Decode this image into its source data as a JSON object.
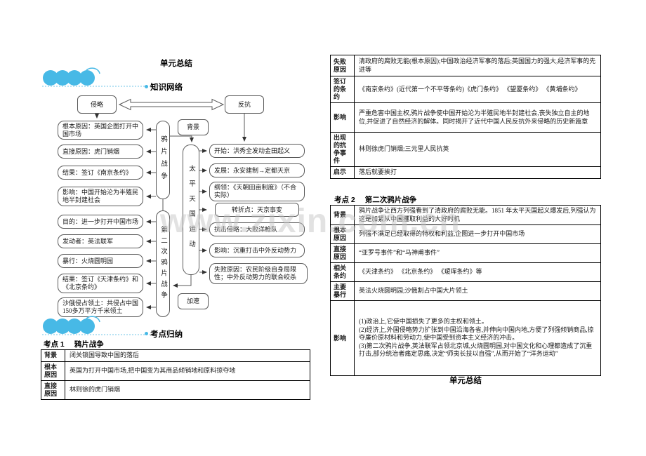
{
  "page": {
    "title_top": "单元总结",
    "title_bottom": "单元总结"
  },
  "watermark": {
    "text": "www.zixin.com.cn"
  },
  "colors": {
    "accent_blue": "#47b9e6",
    "line_gray": "#595959",
    "watermark_gray": "#c3c3c3"
  },
  "sections": {
    "network_label": "知识网络",
    "points_label": "考点归纳"
  },
  "diagram": {
    "invasion": "侵略",
    "resistance": "反抗",
    "background_label": "背景",
    "accelerate_label": "加速",
    "opium_war": "鸦片战争",
    "second_opium_war": "第二次鸦片战争",
    "taiping": "太平天国运动",
    "opium_branches": [
      "根本原因：英国企图打开中国市场",
      "直接原因：虎门销烟",
      "结果：签订《南京条约》",
      "影响：中国开始沦为半殖民地半封建社会"
    ],
    "second_branches": [
      "目的：进一步打开中国市场",
      "发动者：英法联军",
      "暴行：火烧圆明园",
      "结果：签订《天津条约》和《北京条约》",
      "沙俄侵占领土：共侵占中国150多万平方千米领土"
    ],
    "taiping_branches": [
      "开始：洪秀全发动金田起义",
      "发展：永安建制→定都天京",
      "纲领：《天朝田亩制度》（不合实际）",
      "转折点：天京事变",
      "抗击侵略：大败洋枪队",
      "影响：沉重打击中外反动势力",
      "失败原因：农民阶级自身局限性；中外反动势力的联合绞杀"
    ]
  },
  "kaodian1": {
    "no": "考点 1",
    "name": "鸦片战争",
    "rows": [
      {
        "k": "背景",
        "v": "闭关锁国导致中国的落后"
      },
      {
        "k": "根本原因",
        "v": "英国为打开中国市场,把中国变为其商品倾销地和原料掠夺地"
      },
      {
        "k": "直接原因",
        "v": "林则徐的虎门销烟"
      }
    ]
  },
  "kaodian1_cont": {
    "rows": [
      {
        "k": "失败原因",
        "v": "清政府的腐败无能(根本原因);中国政治经济军事的落后;英国国力的强大,经济军事的先进等"
      },
      {
        "k": "签订的条约",
        "v": "《南京条约》(近代第一个不平等条约)《虎门条约》 《望厦条约》 《黄埔条约》"
      },
      {
        "k": "影响",
        "v": "严重危害中国主权,鸦片战争使中国开始沦为半殖民地半封建社会,丧失独立自主的地位,并促进了自然经济的解体。同时揭开了近代中国人民反抗外来侵略的历史新篇章"
      },
      {
        "k": "出现的抗争事件",
        "v": "林则徐虎门销烟;三元里人民抗英"
      },
      {
        "k": "启示",
        "v": "落后就要挨打"
      }
    ]
  },
  "kaodian2": {
    "no": "考点 2",
    "name": "第二次鸦片战争",
    "rows": [
      {
        "k": "背景",
        "v": "鸦片战争让西方列强看到了清政府的腐败无能。1851 年太平天国起义爆发后,列强认为这是加紧从中国攫取利益的大好时机"
      },
      {
        "k": "根本原因",
        "v": "列强不满足已经取得的特权和利益,企图进一步打开中国市场"
      },
      {
        "k": "直接原因",
        "v": "“亚罗号事件”和“马神甫事件”"
      },
      {
        "k": "相关条约",
        "v": "《天津条约》 《北京条约》 《瑷珲条约》等"
      },
      {
        "k": "主要暴行",
        "v": "英法火烧圆明园;沙俄割占中国大片领土"
      },
      {
        "k": "影响",
        "v": "(1)政治上,它使中国损失了更多的主权和领土。\n(2)经济上,外国侵略势力扩张到中国沿海各省,并伸向中国内地,方便了列强倾销商品,掠夺廉价原材料和劳动力,使中国受到资本主义经济的冲击。\n(3)第二次鸦片战争,英法联军占领北京城,火烧圆明园,对中国文化和心理都造成了沉重打击,部分统治者痛定思痛,决定“师夷长技以自强”,从而开始了“洋务运动”"
      }
    ]
  }
}
